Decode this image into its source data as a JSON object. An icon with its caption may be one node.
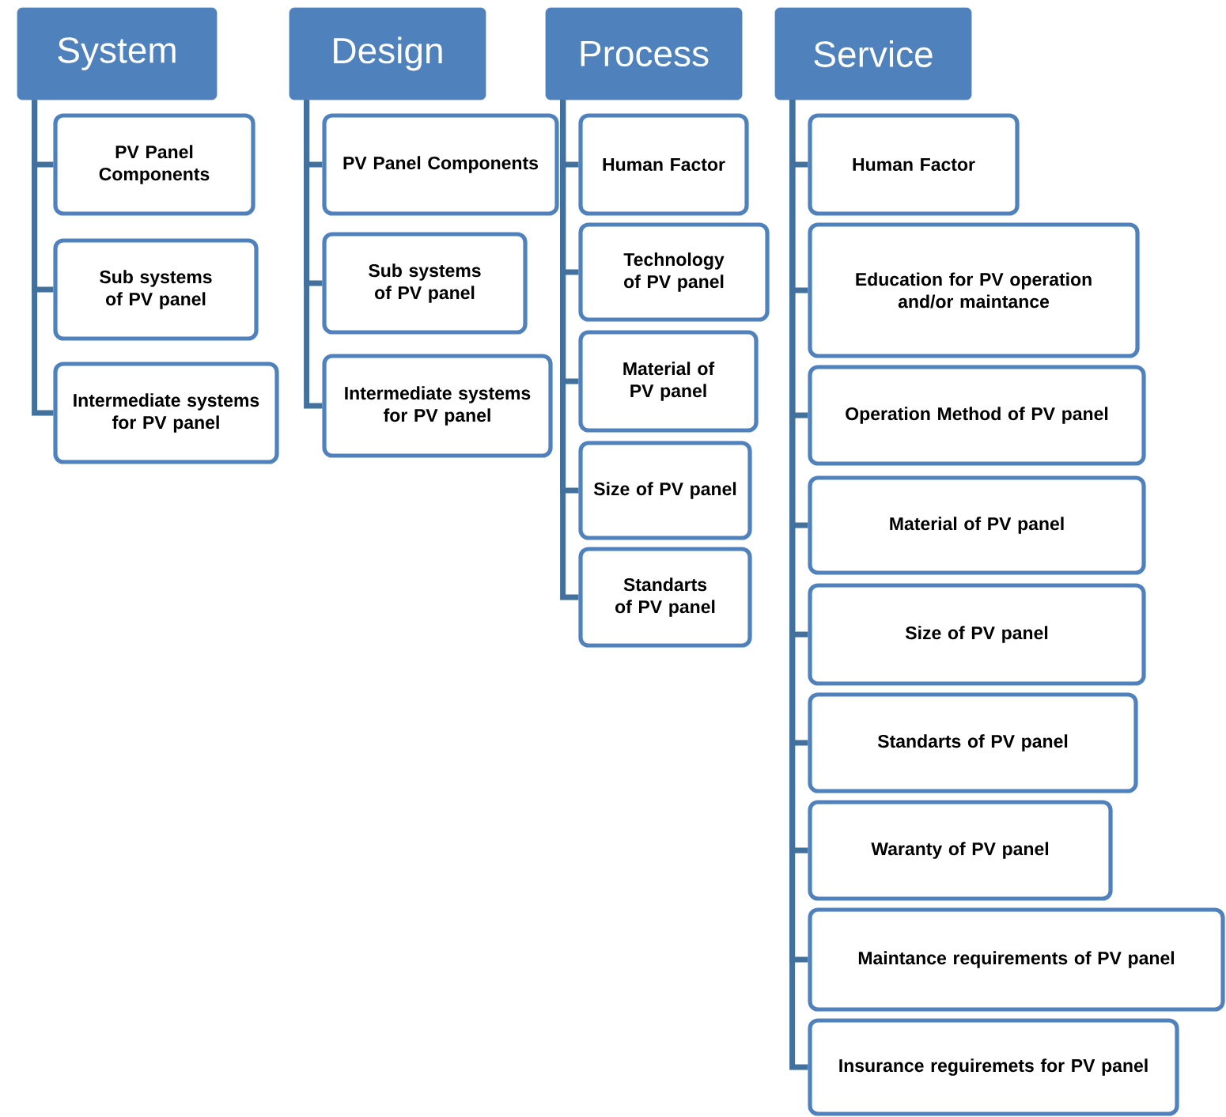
{
  "diagram": {
    "nodes": [
      {
        "text": [
          "System"
        ]
      },
      {
        "text": [
          "PV Panel Components"
        ]
      },
      {
        "text": [
          "Sub systems of PV panel"
        ]
      },
      {
        "text": [
          "Intermediate systems for PV panel"
        ]
      },
      {
        "text": [
          "Design"
        ]
      },
      {
        "text": [
          "PV Panel Components"
        ]
      },
      {
        "text": [
          "Sub systems of PV panel"
        ]
      },
      {
        "text": [
          "Intermediate systems for PV panel"
        ]
      },
      {
        "text": [
          "Process"
        ]
      },
      {
        "text": [
          "Human Factor"
        ]
      },
      {
        "text": [
          "Technology of PV panel"
        ]
      },
      {
        "text": [
          "Material of PV panel"
        ]
      },
      {
        "text": [
          "Size of PV panel"
        ]
      },
      {
        "text": [
          "Standarts of PV panel"
        ]
      },
      {
        "text": [
          "Service"
        ]
      },
      {
        "text": [
          "Human Factor"
        ]
      },
      {
        "text": [
          "Education for PV operation and/or maintance"
        ]
      },
      {
        "text": [
          "Operation Method of PV panel"
        ]
      },
      {
        "text": [
          "Material of PV panel"
        ]
      },
      {
        "text": [
          "Size of PV panel"
        ]
      },
      {
        "text": [
          "Standarts of PV panel"
        ]
      },
      {
        "text": [
          "Waranty of PV panel"
        ]
      },
      {
        "text": [
          "Maintance requirements of PV panel"
        ]
      },
      {
        "text": [
          "Insurance reguiremets for PV panel"
        ]
      }
    ],
    "edges": [
      {
        "from": 0,
        "to": 1,
        "arrow": "none"
      },
      {
        "from": 0,
        "to": 2,
        "arrow": "none"
      },
      {
        "from": 0,
        "to": 3,
        "arrow": "none"
      },
      {
        "from": 4,
        "to": 5,
        "arrow": "none"
      },
      {
        "from": 4,
        "to": 6,
        "arrow": "none"
      },
      {
        "from": 4,
        "to": 7,
        "arrow": "none"
      },
      {
        "from": 8,
        "to": 9,
        "arrow": "none"
      },
      {
        "from": 8,
        "to": 10,
        "arrow": "none"
      },
      {
        "from": 8,
        "to": 11,
        "arrow": "none"
      },
      {
        "from": 8,
        "to": 12,
        "arrow": "none"
      },
      {
        "from": 8,
        "to": 13,
        "arrow": "none"
      },
      {
        "from": 14,
        "to": 15,
        "arrow": "none"
      },
      {
        "from": 14,
        "to": 16,
        "arrow": "none"
      },
      {
        "from": 14,
        "to": 17,
        "arrow": "none"
      },
      {
        "from": 14,
        "to": 18,
        "arrow": "none"
      },
      {
        "from": 14,
        "to": 19,
        "arrow": "none"
      },
      {
        "from": 14,
        "to": 20,
        "arrow": "none"
      },
      {
        "from": 14,
        "to": 21,
        "arrow": "none"
      },
      {
        "from": 14,
        "to": 22,
        "arrow": "none"
      },
      {
        "from": 14,
        "to": 23,
        "arrow": "none"
      }
    ]
  }
}
